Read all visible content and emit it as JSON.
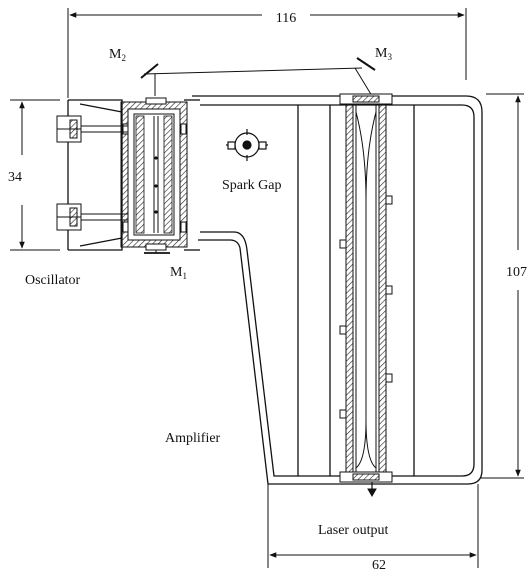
{
  "dimensions": {
    "top_width": "116",
    "oscillator_height": "34",
    "total_height": "107",
    "bottom_width": "62"
  },
  "labels": {
    "m2": "M",
    "m2_sub": "2",
    "m3": "M",
    "m3_sub": "3",
    "m1": "M",
    "m1_sub": "1",
    "spark_gap": "Spark Gap",
    "oscillator": "Oscillator",
    "amplifier": "Amplifier",
    "laser_output": "Laser output"
  }
}
